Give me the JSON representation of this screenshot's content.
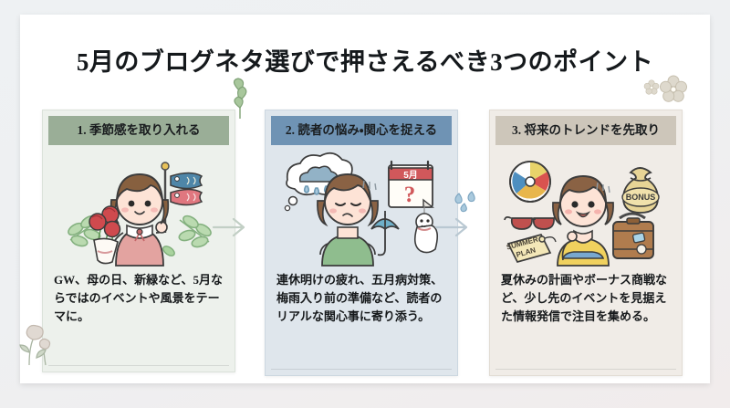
{
  "slide": {
    "title": "5月のブログネタ選びで押さえるべき3つのポイント",
    "background_color": "#ffffff",
    "page_background_color": "#eef1f3"
  },
  "cards": [
    {
      "number": "1.",
      "heading": "1. 季節感を取り入れる",
      "header_color": "#9aae97",
      "body_color": "#edf1ec",
      "body": "GW、母の日、新緑など、5月ならではのイベントや風景をテーマに。",
      "illustration": {
        "name": "girl-with-carnations-and-koinobori",
        "description": "カーネーションの花束と鯉のぼりを持つ女の子、緑の葉",
        "elements": [
          "carnation-bouquet",
          "koinobori-flag",
          "green-leaves",
          "girl-in-pink-dress"
        ]
      }
    },
    {
      "number": "2.",
      "heading": "2. 読者の悩み・関心を捉える",
      "header_color": "#6f93b4",
      "body_color": "#dfe6ec",
      "body": "連休明けの疲れ、五月病対策、梅雨入り前の準備など、読者のリアルな関心事に寄り添う。",
      "illustration": {
        "name": "tired-girl-with-rain-cloud",
        "description": "雨雲の吹き出し、5月カレンダー、傘、てるてる坊主と疲れた女の子",
        "elements": [
          "rain-cloud-thought-bubble",
          "calendar",
          "blue-umbrella",
          "teru-teru-bozu",
          "girl-in-green-shirt"
        ],
        "calendar_month": "5月",
        "calendar_mark": "?"
      }
    },
    {
      "number": "3.",
      "heading": "3. 将来のトレンドを先取り",
      "header_color": "#cdc6ba",
      "body_color": "#f0ece7",
      "body": "夏休みの計画やボーナス商戦など、少し先のイベントを見据えた情報発信で注目を集める。",
      "illustration": {
        "name": "girl-with-summer-plans",
        "description": "ビーチボール、サングラス、SUMMER PLANタグ、BONUS袋、スーツケースと笑顔の女の子",
        "elements": [
          "beach-ball",
          "sunglasses",
          "summer-plan-tag",
          "bonus-money-bag",
          "suitcase",
          "girl-in-yellow-shirt"
        ],
        "tag_label_line1": "SUMMER",
        "tag_label_line2": "PLAN",
        "bag_label": "BONUS"
      }
    }
  ],
  "arrows": [
    {
      "name": "arrow-card1-to-card2",
      "color": "#c2cfc5"
    },
    {
      "name": "arrow-card2-to-card3",
      "color": "#b9c8d2"
    }
  ],
  "decorations": [
    {
      "name": "sprout-decoration",
      "color": "#8fae86"
    },
    {
      "name": "flower-decoration-top-right",
      "color": "#d9d4c9"
    },
    {
      "name": "flower-decoration-bottom-left",
      "color": "#cfc8c0"
    },
    {
      "name": "water-droplets",
      "color": "#8fb4cc"
    }
  ]
}
